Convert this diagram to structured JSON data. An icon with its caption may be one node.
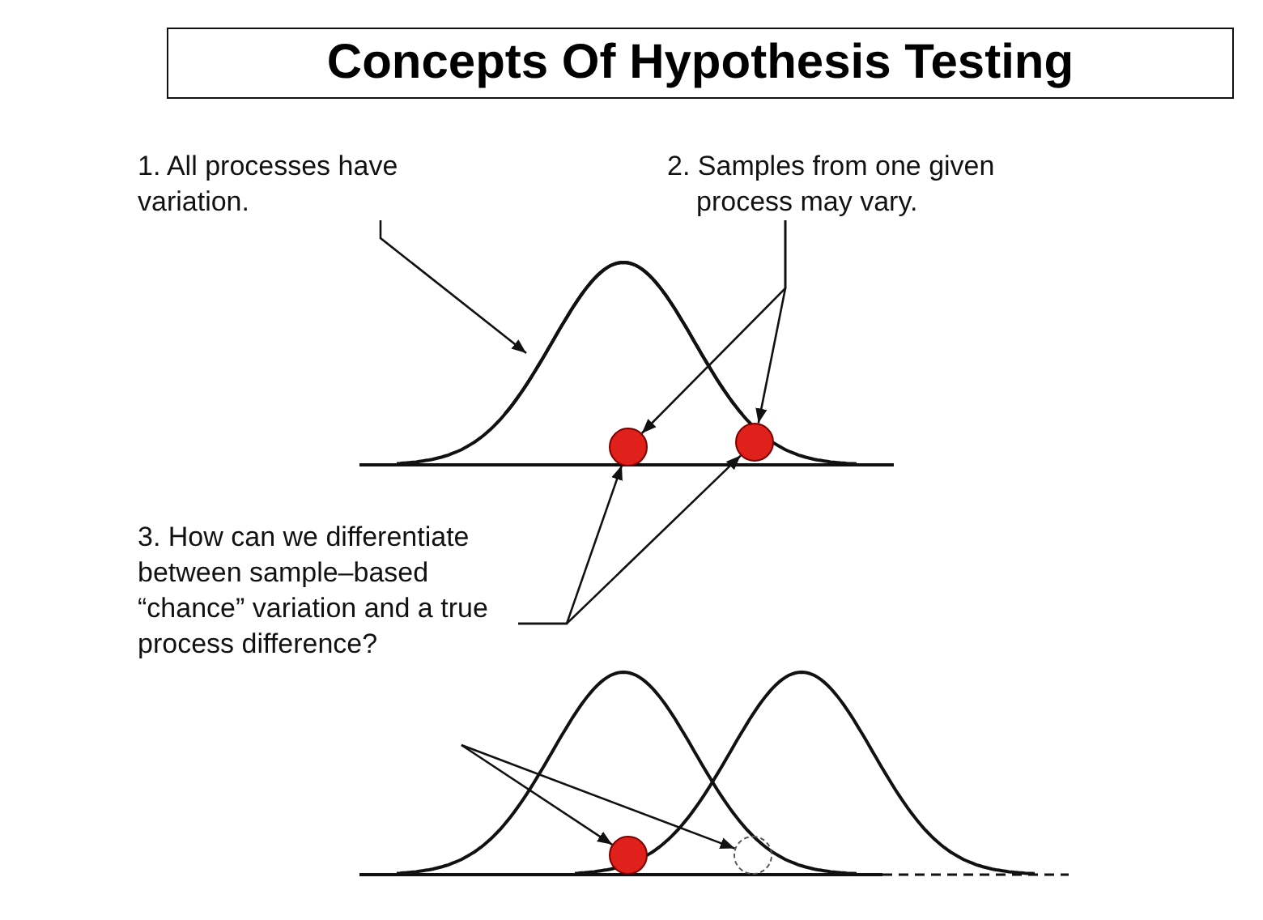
{
  "diagram": {
    "title": "Concepts Of Hypothesis Testing",
    "nodes": [
      {
        "text": [
          "1. All processes have variation."
        ]
      },
      {
        "text": [],
        "shape": "curve"
      },
      {
        "text": [
          "2. Samples from one given process may vary."
        ]
      },
      {
        "text": [],
        "shape": "circle"
      },
      {
        "text": [],
        "shape": "circle"
      },
      {
        "text": [
          "3. How can we differentiate between sample–based “chance” variation and a true process difference?"
        ]
      },
      {
        "text": [],
        "shape": "circle"
      },
      {
        "text": [],
        "shape": "circle"
      }
    ],
    "edges": [
      {
        "from": 0,
        "to": 1,
        "arrow": "to"
      },
      {
        "from": 2,
        "to": 3,
        "arrow": "to"
      },
      {
        "from": 2,
        "to": 4,
        "arrow": "to"
      },
      {
        "from": 5,
        "to": 3,
        "arrow": "to"
      },
      {
        "from": 5,
        "to": 4,
        "arrow": "to"
      },
      {
        "from": null,
        "to": 6,
        "arrow": "to"
      },
      {
        "from": null,
        "to": 7,
        "arrow": "to"
      }
    ]
  }
}
